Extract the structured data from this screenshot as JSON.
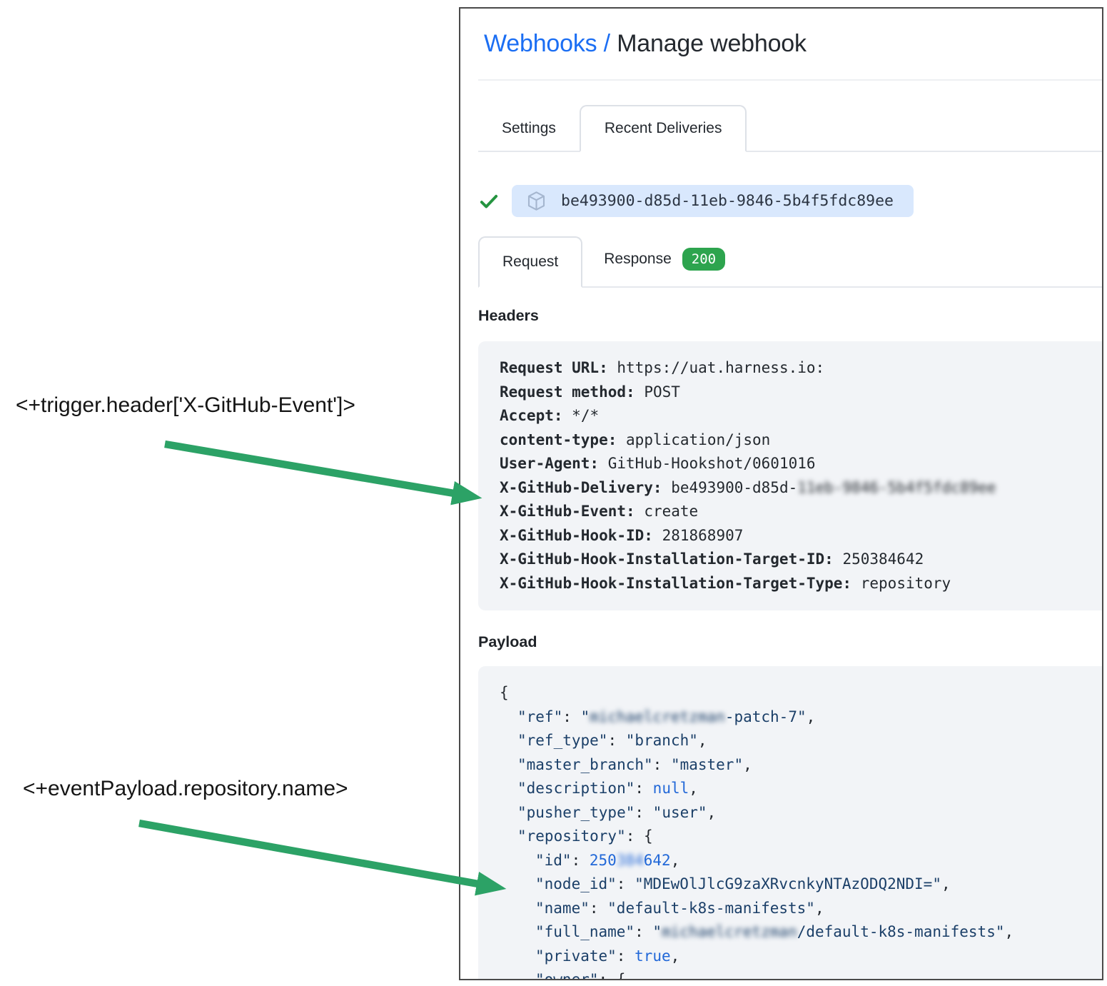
{
  "annotations": {
    "trigger_expression": "<+trigger.header['X-GitHub-Event']>",
    "payload_expression": "<+eventPayload.repository.name>"
  },
  "panel": {
    "breadcrumb": {
      "link": "Webhooks",
      "separator": " / ",
      "current": "Manage webhook"
    },
    "tabs": [
      {
        "label": "Settings",
        "active": false
      },
      {
        "label": "Recent Deliveries",
        "active": true
      }
    ],
    "delivery": {
      "id": "be493900-d85d-11eb-9846-5b4f5fdc89ee"
    },
    "subtabs": [
      {
        "label": "Request",
        "active": true
      },
      {
        "label": "Response",
        "active": false,
        "badge": "200"
      }
    ],
    "headers_section": {
      "title": "Headers",
      "entries": [
        {
          "key": "Request URL:",
          "value": "https://uat.harness.io:"
        },
        {
          "key": "Request method:",
          "value": "POST"
        },
        {
          "key": "Accept:",
          "value": "*/*"
        },
        {
          "key": "content-type:",
          "value": "application/json"
        },
        {
          "key": "User-Agent:",
          "value": "GitHub-Hookshot/0601016"
        },
        {
          "key": "X-GitHub-Delivery:",
          "value": "be493900-d85d-",
          "value_redacted": "11eb-9846-5b4f5fdc89ee"
        },
        {
          "key": "X-GitHub-Event:",
          "value": "create"
        },
        {
          "key": "X-GitHub-Hook-ID:",
          "value": "281868907"
        },
        {
          "key": "X-GitHub-Hook-Installation-Target-ID:",
          "value": "250384642"
        },
        {
          "key": "X-GitHub-Hook-Installation-Target-Type:",
          "value": "repository"
        }
      ]
    },
    "payload_section": {
      "title": "Payload",
      "lines": [
        {
          "indent": 0,
          "segments": [
            {
              "t": "punct",
              "v": "{"
            }
          ]
        },
        {
          "indent": 1,
          "segments": [
            {
              "t": "key",
              "v": "\"ref\""
            },
            {
              "t": "punct",
              "v": ": "
            },
            {
              "t": "str",
              "v": "\""
            },
            {
              "t": "str-blur",
              "v": "michaelcretzman"
            },
            {
              "t": "str",
              "v": "-patch-7\""
            },
            {
              "t": "punct",
              "v": ","
            }
          ]
        },
        {
          "indent": 1,
          "segments": [
            {
              "t": "key",
              "v": "\"ref_type\""
            },
            {
              "t": "punct",
              "v": ": "
            },
            {
              "t": "str",
              "v": "\"branch\""
            },
            {
              "t": "punct",
              "v": ","
            }
          ]
        },
        {
          "indent": 1,
          "segments": [
            {
              "t": "key",
              "v": "\"master_branch\""
            },
            {
              "t": "punct",
              "v": ": "
            },
            {
              "t": "str",
              "v": "\"master\""
            },
            {
              "t": "punct",
              "v": ","
            }
          ]
        },
        {
          "indent": 1,
          "segments": [
            {
              "t": "key",
              "v": "\"description\""
            },
            {
              "t": "punct",
              "v": ": "
            },
            {
              "t": "lit",
              "v": "null"
            },
            {
              "t": "punct",
              "v": ","
            }
          ]
        },
        {
          "indent": 1,
          "segments": [
            {
              "t": "key",
              "v": "\"pusher_type\""
            },
            {
              "t": "punct",
              "v": ": "
            },
            {
              "t": "str",
              "v": "\"user\""
            },
            {
              "t": "punct",
              "v": ","
            }
          ]
        },
        {
          "indent": 1,
          "segments": [
            {
              "t": "key",
              "v": "\"repository\""
            },
            {
              "t": "punct",
              "v": ": {"
            }
          ]
        },
        {
          "indent": 2,
          "segments": [
            {
              "t": "key",
              "v": "\"id\""
            },
            {
              "t": "punct",
              "v": ": "
            },
            {
              "t": "num",
              "v": "250"
            },
            {
              "t": "num-blur",
              "v": "384"
            },
            {
              "t": "num",
              "v": "642"
            },
            {
              "t": "punct",
              "v": ","
            }
          ]
        },
        {
          "indent": 2,
          "segments": [
            {
              "t": "key",
              "v": "\"node_id\""
            },
            {
              "t": "punct",
              "v": ": "
            },
            {
              "t": "str",
              "v": "\"MDEwOlJlcG9zaXRvcnkyNTAzODQ2NDI=\""
            },
            {
              "t": "punct",
              "v": ","
            }
          ]
        },
        {
          "indent": 2,
          "segments": [
            {
              "t": "key",
              "v": "\"name\""
            },
            {
              "t": "punct",
              "v": ": "
            },
            {
              "t": "str",
              "v": "\"default-k8s-manifests\""
            },
            {
              "t": "punct",
              "v": ","
            }
          ]
        },
        {
          "indent": 2,
          "segments": [
            {
              "t": "key",
              "v": "\"full_name\""
            },
            {
              "t": "punct",
              "v": ": "
            },
            {
              "t": "str",
              "v": "\""
            },
            {
              "t": "str-blur",
              "v": "michaelcretzman"
            },
            {
              "t": "str",
              "v": "/default-k8s-manifests\""
            },
            {
              "t": "punct",
              "v": ","
            }
          ]
        },
        {
          "indent": 2,
          "segments": [
            {
              "t": "key",
              "v": "\"private\""
            },
            {
              "t": "punct",
              "v": ": "
            },
            {
              "t": "lit",
              "v": "true"
            },
            {
              "t": "punct",
              "v": ","
            }
          ]
        },
        {
          "indent": 2,
          "segments": [
            {
              "t": "key",
              "v": "\"owner\""
            },
            {
              "t": "punct",
              "v": ": {"
            }
          ]
        }
      ]
    }
  },
  "colors": {
    "link_blue": "#1b6ef3",
    "arrow_green": "#2ca266",
    "check_green": "#259440",
    "badge_green": "#2da44e",
    "pill_blue": "#d9e8fd",
    "code_background": "#f2f4f7",
    "json_key_navy": "#1b3f68",
    "json_literal_blue": "#2268d8"
  }
}
